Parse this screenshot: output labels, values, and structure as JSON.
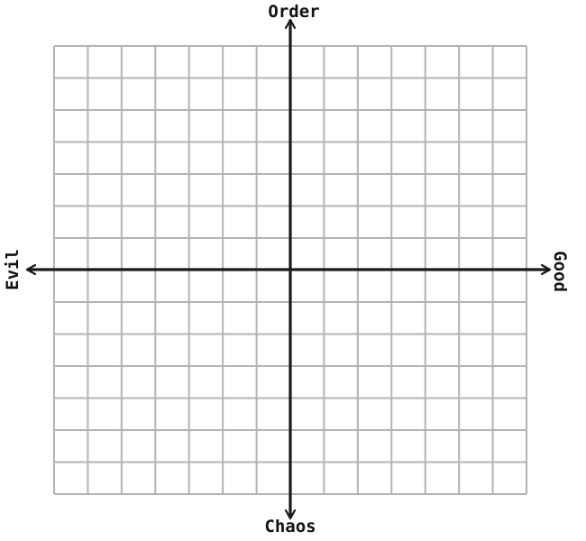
{
  "labels": {
    "top": "Order",
    "bottom": "Chaos",
    "left": "Evil",
    "right": "Good"
  },
  "grid": {
    "columns": 14,
    "rows": 14,
    "line_color": "#b3b3b3",
    "axis_color": "#1a1a1a"
  }
}
